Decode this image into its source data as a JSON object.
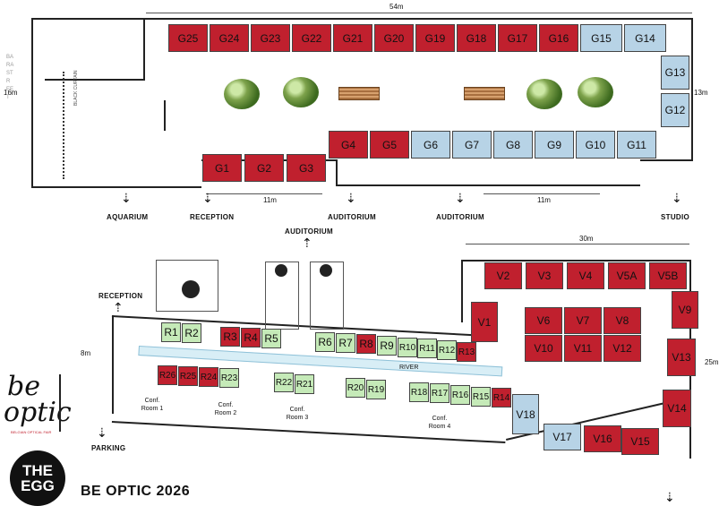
{
  "upper_floor": {
    "width_label": "54m",
    "height_label_left": "16m",
    "height_label_right": "13m",
    "dim_11m_a": "11m",
    "dim_11m_b": "11m",
    "street_label": "BARA STREET",
    "curtain_label": "BLACK CURTAIN",
    "exits": [
      "AQUARIUM",
      "RECEPTION",
      "AUDITORIUM",
      "AUDITORIUM",
      "STUDIO"
    ],
    "booths_top": [
      "G25",
      "G24",
      "G23",
      "G22",
      "G21",
      "G20",
      "G19",
      "G18",
      "G17",
      "G16",
      "G15",
      "G14"
    ],
    "booths_right": [
      "G13",
      "G12"
    ],
    "booths_bottom": [
      "G1",
      "G2",
      "G3",
      "G4",
      "G5",
      "G6",
      "G7",
      "G8",
      "G9",
      "G10",
      "G11"
    ]
  },
  "lower_floor": {
    "width_label": "30m",
    "height_label_left": "8m",
    "height_label_right": "25m",
    "river_label": "RIVER",
    "exit_auditorium": "AUDITORIUM",
    "exit_reception": "RECEPTION",
    "exit_parking": "PARKING",
    "conf_rooms": [
      "Conf.\nRoom 1",
      "Conf.\nRoom 2",
      "Conf.\nRoom 3",
      "Conf.\nRoom 4"
    ],
    "booths_r_top": [
      "R1",
      "R2",
      "R3",
      "R4",
      "R5",
      "R6",
      "R7",
      "R8",
      "R9",
      "R10",
      "R11",
      "R12",
      "R13"
    ],
    "booths_r_bottom": [
      "R26",
      "R25",
      "R24",
      "R23",
      "R22",
      "R21",
      "R20",
      "R19",
      "R18",
      "R17",
      "R16",
      "R15",
      "R14"
    ],
    "booths_v": [
      "V1",
      "V2",
      "V3",
      "V4",
      "V5A",
      "V5B",
      "V6",
      "V7",
      "V8",
      "V9",
      "V10",
      "V11",
      "V12",
      "V13",
      "V14",
      "V15",
      "V16",
      "V17",
      "V18"
    ]
  },
  "branding": {
    "logo_be": "be",
    "logo_optic": "optic",
    "logo_tagline": "BELGIAN OPTICAL FAIR",
    "egg_line1": "THE",
    "egg_line2": "EGG",
    "event_title": "BE OPTIC 2026"
  },
  "colors": {
    "red": "#c0202e",
    "blue": "#b7d3e6",
    "green": "#c5eab8"
  }
}
